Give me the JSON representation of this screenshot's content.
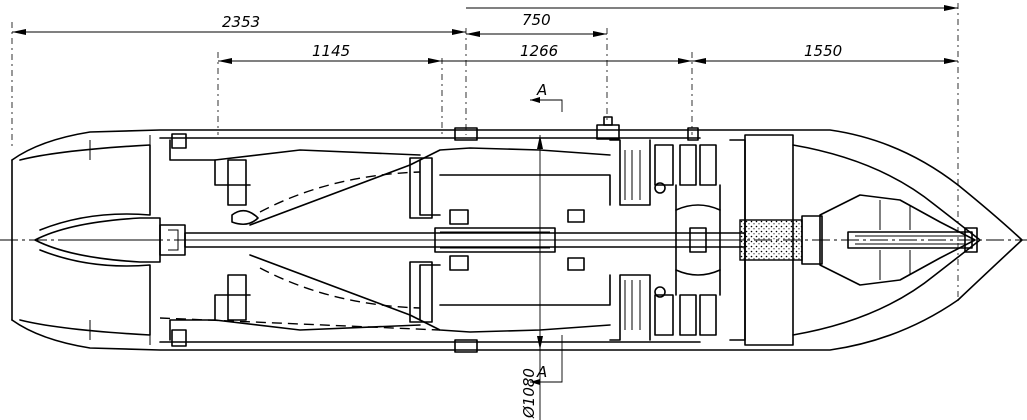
{
  "dimensions": {
    "overall_front": "2353",
    "span_750": "750",
    "inlet_to_compressor": "1145",
    "compressor_section": "1266",
    "rear_section": "1550",
    "diameter": "Ø1080"
  },
  "section_labels": {
    "top": "A",
    "bottom": "A"
  }
}
